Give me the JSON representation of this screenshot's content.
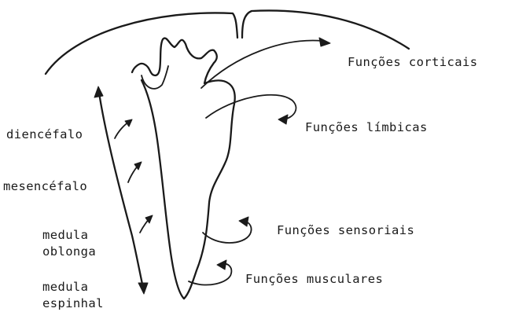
{
  "labels": {
    "cortical": "Funções corticais",
    "limbic": "Funções límbicas",
    "sensory": "Funções sensoriais",
    "muscular": "Funções musculares",
    "diencephalon": "diencéfalo",
    "mesencephalon": "mesencéfalo",
    "medulla_line1": "medula",
    "medulla_line2": "oblonga",
    "spinal_line1": "medula",
    "spinal_line2": "espinhal"
  }
}
